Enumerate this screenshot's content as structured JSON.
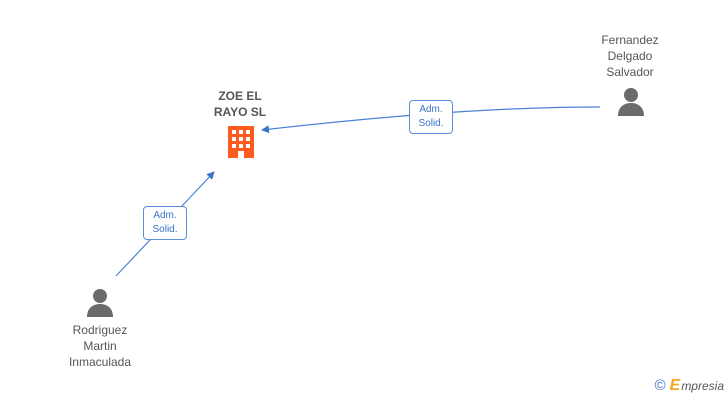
{
  "nodes": {
    "company": {
      "label_lines": [
        "ZOE EL",
        "RAYO SL"
      ],
      "icon": "building-icon",
      "color": "#ff5a1f"
    },
    "person_top_right": {
      "label_lines": [
        "Fernandez",
        "Delgado",
        "Salvador"
      ],
      "icon": "person-icon"
    },
    "person_bottom_left": {
      "label_lines": [
        "Rodriguez",
        "Martin",
        "Inmaculada"
      ],
      "icon": "person-icon"
    }
  },
  "edges": {
    "top_right": {
      "label_lines": [
        "Adm.",
        "Solid."
      ]
    },
    "bottom_left": {
      "label_lines": [
        "Adm.",
        "Solid."
      ]
    }
  },
  "colors": {
    "edge": "#3a73c8",
    "person": "#6b6b6b",
    "building": "#ff5a1f"
  },
  "footer": {
    "copyright_symbol": "©",
    "brand_initial": "E",
    "brand_rest": "mpresia"
  }
}
